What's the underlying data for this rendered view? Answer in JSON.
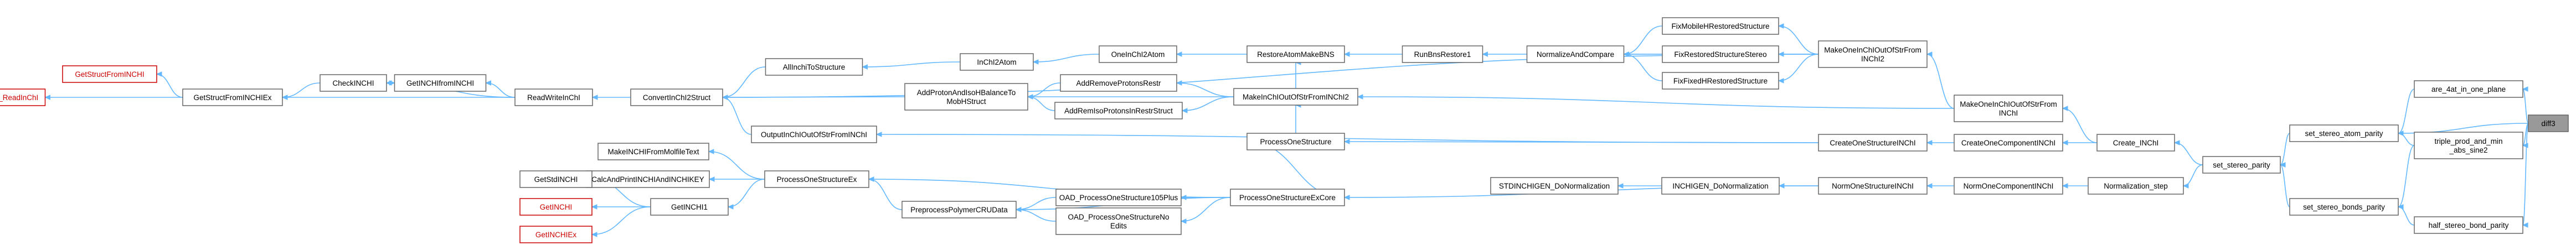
{
  "graph": {
    "nodes": [
      {
        "id": "diff3",
        "label": "diff3",
        "root": true
      },
      {
        "id": "are_4at",
        "label": "are_4at_in_one_plane"
      },
      {
        "id": "triple_prod",
        "label": "triple_prod_and_min\n_abs_sine2"
      },
      {
        "id": "half_stereo",
        "label": "half_stereo_bond_parity"
      },
      {
        "id": "set_atom_parity",
        "label": "set_stereo_atom_parity"
      },
      {
        "id": "set_bonds_parity",
        "label": "set_stereo_bonds_parity"
      },
      {
        "id": "set_stereo_parity",
        "label": "set_stereo_parity"
      },
      {
        "id": "create_inchi",
        "label": "Create_INChI"
      },
      {
        "id": "normalization_step",
        "label": "Normalization_step"
      },
      {
        "id": "make_inchi_out",
        "label": "MakeOneInChIOutOfStrFrom\nINChI"
      },
      {
        "id": "create_one_comp",
        "label": "CreateOneComponentINChI"
      },
      {
        "id": "norm_one_comp",
        "label": "NormOneComponentINChI"
      },
      {
        "id": "make_inchi_out2",
        "label": "MakeOneInChIOutOfStrFrom\nINChI2"
      },
      {
        "id": "create_one_struct",
        "label": "CreateOneStructureINChI"
      },
      {
        "id": "norm_one_struct",
        "label": "NormOneStructureINChI"
      },
      {
        "id": "fix_mobileh",
        "label": "FixMobileHRestoredStructure"
      },
      {
        "id": "fix_restored_stereo",
        "label": "FixRestoredStructureStereo"
      },
      {
        "id": "fix_fixedh",
        "label": "FixFixedHRestoredStructure"
      },
      {
        "id": "normalize_compare",
        "label": "NormalizeAndCompare"
      },
      {
        "id": "inchigen_donorm",
        "label": "INCHIGEN_DoNormalization"
      },
      {
        "id": "stdinchigen_donorm",
        "label": "STDINCHIGEN_DoNormalization"
      },
      {
        "id": "run_bns_restore",
        "label": "RunBnsRestore1"
      },
      {
        "id": "restore_atom",
        "label": "RestoreAtomMakeBNS"
      },
      {
        "id": "make_inchi_outof_str",
        "label": "MakeInChIOutOfStrFromINChI2"
      },
      {
        "id": "process_one_struct",
        "label": "ProcessOneStructure"
      },
      {
        "id": "process_one_struct_excore",
        "label": "ProcessOneStructureExCore"
      },
      {
        "id": "one_inchi2atom",
        "label": "OneInChI2Atom"
      },
      {
        "id": "add_remove_protons",
        "label": "AddRemoveProtonsRestr"
      },
      {
        "id": "add_remove_isoprotons",
        "label": "AddRemIsoProtonsInRestrStruct"
      },
      {
        "id": "inchi2atom",
        "label": "InChI2Atom"
      },
      {
        "id": "add_protons_balance",
        "label": "AddProtonAndIsoHBalanceTo\nMobHStruct"
      },
      {
        "id": "outputinchi_outof",
        "label": "OutputInChIOutOfStrFromINChI"
      },
      {
        "id": "allinchi_to_struct",
        "label": "AllInchiToStructure"
      },
      {
        "id": "convert_inchi2struct",
        "label": "ConvertInChI2Struct"
      },
      {
        "id": "read_write_inchi",
        "label": "ReadWriteInChI"
      },
      {
        "id": "get_inchi_from_inchi",
        "label": "GetINCHIfromINCHI"
      },
      {
        "id": "check_inchi",
        "label": "CheckINCHI"
      },
      {
        "id": "get_struct_ex",
        "label": "GetStructFromINCHIEx"
      },
      {
        "id": "get_struct",
        "label": "GetStructFromINCHI",
        "red": true
      },
      {
        "id": "ixa_mol",
        "label": "IXA_MOL_ReadInChI",
        "red": true
      },
      {
        "id": "process_one_struct_ex",
        "label": "ProcessOneStructureEx"
      },
      {
        "id": "make_inchi_molfile",
        "label": "MakeINCHIFromMolfileText"
      },
      {
        "id": "calc_and_print",
        "label": "CalcAndPrintINCHIAndINCHIKEY"
      },
      {
        "id": "preprocess_polymer",
        "label": "PreprocessPolymerCRUData"
      },
      {
        "id": "oad_105plus",
        "label": "OAD_ProcessOneStructure105Plus"
      },
      {
        "id": "oad_noedits",
        "label": "OAD_ProcessOneStructureNo\nEdits"
      },
      {
        "id": "get_inchi1",
        "label": "GetINCHI1"
      },
      {
        "id": "get_std_inchi",
        "label": "GetStdINCHI"
      },
      {
        "id": "get_inchi",
        "label": "GetINCHI",
        "red": true
      },
      {
        "id": "get_inchi_ex",
        "label": "GetINCHIEx",
        "red": true
      }
    ],
    "edges": [
      [
        "are_4at",
        "diff3"
      ],
      [
        "triple_prod",
        "diff3"
      ],
      [
        "half_stereo",
        "diff3"
      ],
      [
        "set_atom_parity",
        "are_4at"
      ],
      [
        "set_atom_parity",
        "triple_prod"
      ],
      [
        "set_atom_parity",
        "diff3"
      ],
      [
        "set_bonds_parity",
        "triple_prod"
      ],
      [
        "set_bonds_parity",
        "half_stereo"
      ],
      [
        "set_stereo_parity",
        "set_atom_parity"
      ],
      [
        "set_stereo_parity",
        "set_bonds_parity"
      ],
      [
        "create_inchi",
        "set_stereo_parity"
      ],
      [
        "normalization_step",
        "set_stereo_parity"
      ],
      [
        "make_inchi_out",
        "create_inchi"
      ],
      [
        "create_one_comp",
        "create_inchi"
      ],
      [
        "norm_one_comp",
        "normalization_step"
      ],
      [
        "make_inchi_out2",
        "make_inchi_out"
      ],
      [
        "create_one_struct",
        "create_one_comp"
      ],
      [
        "norm_one_struct",
        "norm_one_comp"
      ],
      [
        "fix_mobileh",
        "make_inchi_out2"
      ],
      [
        "fix_restored_stereo",
        "make_inchi_out2"
      ],
      [
        "fix_fixedh",
        "make_inchi_out2"
      ],
      [
        "normalize_compare",
        "make_inchi_out2"
      ],
      [
        "normalize_compare",
        "fix_mobileh"
      ],
      [
        "normalize_compare",
        "fix_restored_stereo"
      ],
      [
        "normalize_compare",
        "fix_fixedh"
      ],
      [
        "inchigen_donorm",
        "norm_one_struct"
      ],
      [
        "stdinchigen_donorm",
        "inchigen_donorm"
      ],
      [
        "run_bns_restore",
        "normalize_compare"
      ],
      [
        "restore_atom",
        "run_bns_restore"
      ],
      [
        "make_inchi_outof_str",
        "make_inchi_out"
      ],
      [
        "process_one_struct",
        "create_one_struct"
      ],
      [
        "process_one_struct_excore",
        "process_one_struct"
      ],
      [
        "process_one_struct_excore",
        "norm_one_struct"
      ],
      [
        "one_inchi2atom",
        "restore_atom"
      ],
      [
        "add_remove_protons",
        "make_inchi_outof_str"
      ],
      [
        "add_remove_isoprotons",
        "make_inchi_outof_str"
      ],
      [
        "restore_atom",
        "make_inchi_outof_str"
      ],
      [
        "make_inchi_outof_str",
        "process_one_struct"
      ],
      [
        "inchi2atom",
        "one_inchi2atom"
      ],
      [
        "add_protons_balance",
        "add_remove_protons"
      ],
      [
        "add_protons_balance",
        "add_remove_isoprotons"
      ],
      [
        "add_protons_balance",
        "make_inchi_outof_str"
      ],
      [
        "outputinchi_outof",
        "create_one_struct"
      ],
      [
        "allinchi_to_struct",
        "inchi2atom"
      ],
      [
        "convert_inchi2struct",
        "allinchi_to_struct"
      ],
      [
        "convert_inchi2struct",
        "add_protons_balance"
      ],
      [
        "convert_inchi2struct",
        "outputinchi_outof"
      ],
      [
        "convert_inchi2struct",
        "make_inchi_out2"
      ],
      [
        "read_write_inchi",
        "convert_inchi2struct"
      ],
      [
        "get_inchi_from_inchi",
        "read_write_inchi"
      ],
      [
        "check_inchi",
        "get_inchi_from_inchi"
      ],
      [
        "check_inchi",
        "read_write_inchi"
      ],
      [
        "get_inchi_from_inchi",
        "check_inchi"
      ],
      [
        "get_struct_ex",
        "check_inchi"
      ],
      [
        "get_struct_ex",
        "read_write_inchi"
      ],
      [
        "get_struct",
        "get_struct_ex"
      ],
      [
        "ixa_mol",
        "get_struct_ex"
      ],
      [
        "process_one_struct_ex",
        "process_one_struct_excore"
      ],
      [
        "make_inchi_molfile",
        "process_one_struct_ex"
      ],
      [
        "calc_and_print",
        "process_one_struct_ex"
      ],
      [
        "preprocess_polymer",
        "process_one_struct_excore"
      ],
      [
        "oad_105plus",
        "process_one_struct_excore"
      ],
      [
        "oad_noedits",
        "process_one_struct_excore"
      ],
      [
        "preprocess_polymer",
        "oad_105plus"
      ],
      [
        "preprocess_polymer",
        "oad_noedits"
      ],
      [
        "process_one_struct_ex",
        "preprocess_polymer"
      ],
      [
        "get_inchi1",
        "process_one_struct_ex"
      ],
      [
        "get_std_inchi",
        "get_inchi1"
      ],
      [
        "get_inchi",
        "get_inchi1"
      ],
      [
        "get_inchi_ex",
        "get_inchi1"
      ]
    ]
  }
}
